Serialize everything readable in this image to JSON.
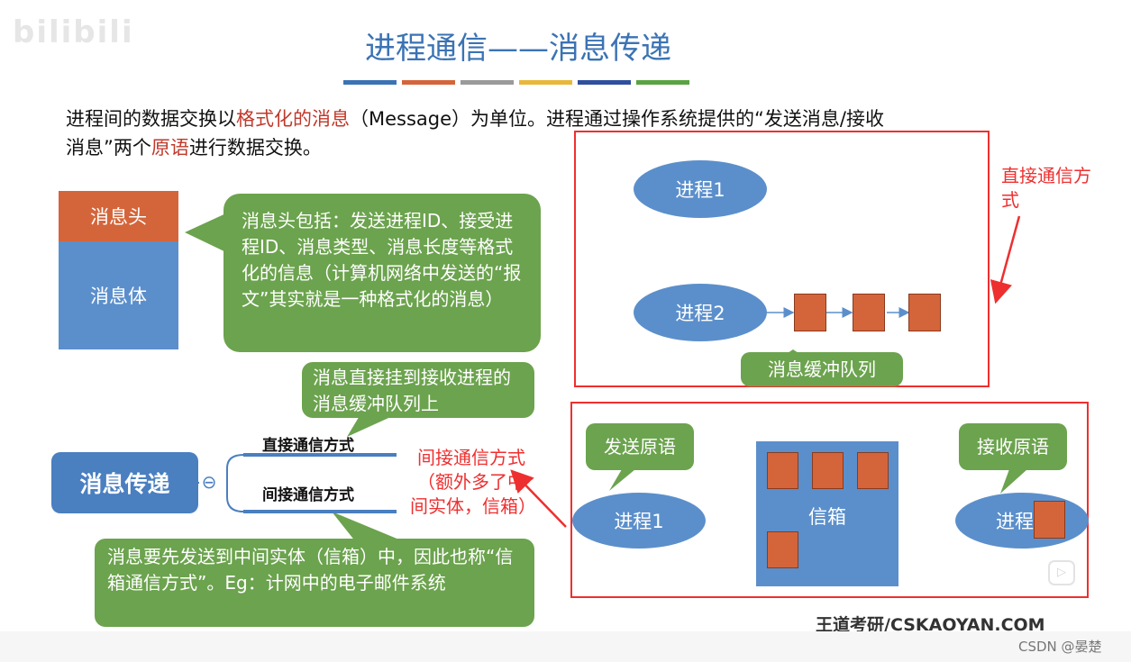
{
  "watermark": "bilibili",
  "title": "进程通信——消息传递",
  "title_bar_colors": [
    "#3b73b4",
    "#d4653a",
    "#9a9a9a",
    "#e8b83a",
    "#2f4f9e",
    "#5aa342"
  ],
  "intro": {
    "part1": "进程间的数据交换以",
    "highlight1": "格式化的消息",
    "part2": "（Message）为单位。进程通过操作系统提供的“发送消息/接收",
    "part3": "消息”两个",
    "highlight2": "原语",
    "part4": "进行数据交换。"
  },
  "message_structure": {
    "header": "消息头",
    "body": "消息体",
    "callout": "消息头包括：发送进程ID、接受进程ID、消息类型、消息长度等格式化的信息（计算机网络中发送的“报文”其实就是一种格式化的消息）"
  },
  "mindmap": {
    "root": "消息传递",
    "toggle": "⊖",
    "branch_direct": "直接通信方式",
    "branch_indirect": "间接通信方式",
    "callout_direct": "消息直接挂到接收进程的消息缓冲队列上",
    "callout_indirect": "消息要先发送到中间实体（信箱）中，因此也称“信箱通信方式”。Eg：计网中的电子邮件系统"
  },
  "direct_panel": {
    "process1": "进程1",
    "process2": "进程2",
    "queue_label": "消息缓冲队列",
    "annotation": "直接通信方式"
  },
  "indirect_panel": {
    "send_primitive": "发送原语",
    "recv_primitive": "接收原语",
    "process1": "进程1",
    "process2": "进程",
    "mailbox": "信箱",
    "annotation": "间接通信方式（额外多了中间实体，信箱）"
  },
  "source_credit": "王道考研/CSKAOYAN.COM",
  "footer": "CSDN @晏楚",
  "colors": {
    "blue": "#5b8fcb",
    "orange": "#d4653a",
    "green": "#6ca34e",
    "red": "#ee2f2f",
    "title_blue": "#3b73b4"
  }
}
